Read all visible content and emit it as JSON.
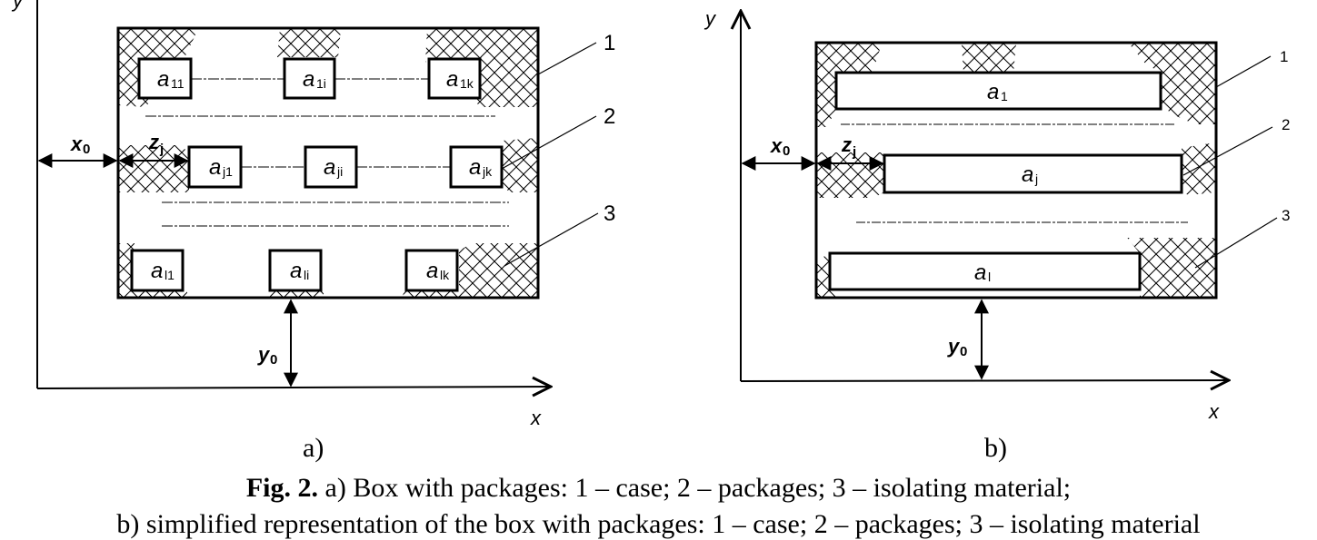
{
  "figure": {
    "number_label": "Fig. 2.",
    "caption_line1": "a) Box with packages: 1 – case; 2 – packages; 3 – isolating material;",
    "caption_line2": "b) simplified representation of the box with packages: 1 – case; 2 – packages; 3 – isolating material"
  },
  "panel_a": {
    "label": "a)",
    "axis_x": "x",
    "axis_y": "y",
    "dim_x0": {
      "main": "x",
      "sub": "0"
    },
    "dim_zj": {
      "main": "z",
      "sub": "j"
    },
    "dim_y0": {
      "main": "y",
      "sub": "0"
    },
    "callouts": [
      "1",
      "2",
      "3"
    ],
    "packages": [
      {
        "main": "a",
        "sub": "11"
      },
      {
        "main": "a",
        "sub": "1i"
      },
      {
        "main": "a",
        "sub": "1k"
      },
      {
        "main": "a",
        "sub": "j1"
      },
      {
        "main": "a",
        "sub": "ji"
      },
      {
        "main": "a",
        "sub": "jk"
      },
      {
        "main": "a",
        "sub": "l1"
      },
      {
        "main": "a",
        "sub": "li"
      },
      {
        "main": "a",
        "sub": "lk"
      }
    ]
  },
  "panel_b": {
    "label": "b)",
    "axis_x": "x",
    "axis_y": "y",
    "dim_x0": {
      "main": "x",
      "sub": "0"
    },
    "dim_zj": {
      "main": "z",
      "sub": "j"
    },
    "dim_y0": {
      "main": "y",
      "sub": "0"
    },
    "callouts": [
      "1",
      "2",
      "3"
    ],
    "packages": [
      {
        "main": "a",
        "sub": "1"
      },
      {
        "main": "a",
        "sub": "j"
      },
      {
        "main": "a",
        "sub": "l"
      }
    ]
  },
  "colors": {
    "ink": "#000000",
    "background": "#ffffff"
  }
}
